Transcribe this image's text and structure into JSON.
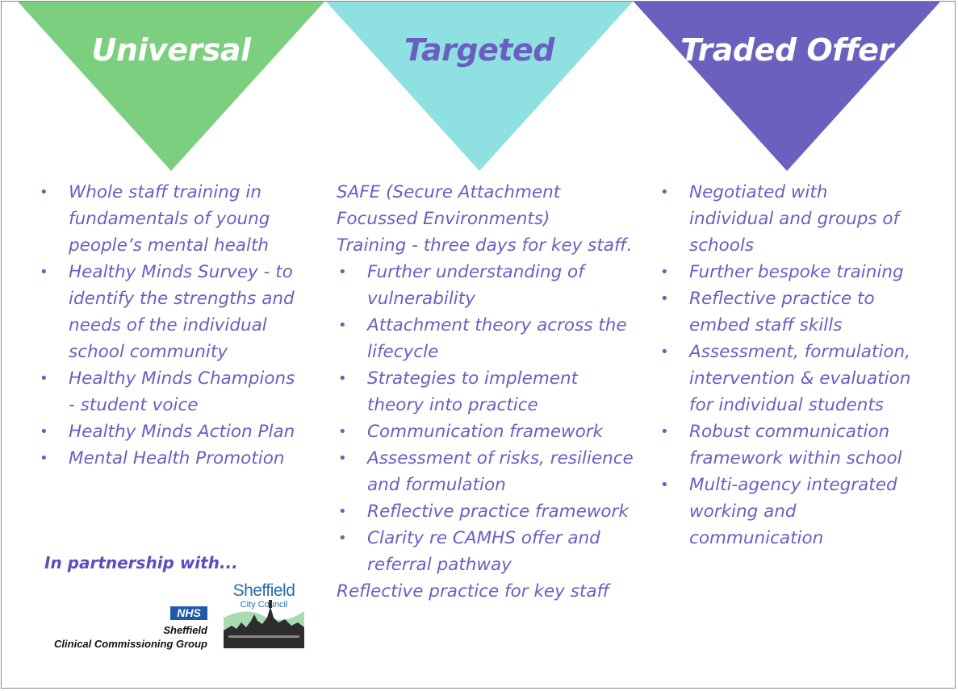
{
  "columns": [
    {
      "title": "Universal",
      "triangle_color": "#7ccf7f",
      "title_color": "#ffffff",
      "items": [
        "Whole staff training in\nfundamentals of young\npeople’s mental health",
        "Healthy Minds Survey - to\nidentify the strengths and\nneeds of the individual\nschool community",
        "Healthy Minds Champions\n- student voice",
        "Healthy Minds Action Plan",
        "Mental Health Promotion"
      ]
    },
    {
      "title": "Targeted",
      "triangle_color": "#8fe0e0",
      "title_color": "#6a5fc1",
      "intro": "SAFE (Secure Attachment\nFocussed Environments)\nTraining - three days for key staff.",
      "items": [
        "Further understanding of\nvulnerability",
        "Attachment theory across the\nlifecycle",
        "Strategies to implement\ntheory into practice",
        "Communication framework",
        "Assessment of risks, resilience\nand formulation",
        "Reflective practice framework",
        "Clarity re CAMHS offer and\nreferral pathway"
      ],
      "outro": "Reflective practice for key staff"
    },
    {
      "title": "Traded Offer",
      "triangle_color": "#6a60bd",
      "title_color": "#ffffff",
      "items": [
        "Negotiated with\nindividual and groups of\nschools",
        "Further bespoke training",
        "Reflective practice to\nembed staff skills",
        "Assessment, formulation,\nintervention & evaluation\nfor individual students",
        "Robust communication\nframework within school",
        "Multi-agency integrated\nworking and\ncommunication"
      ]
    }
  ],
  "bullet_char": "•",
  "partner": {
    "label": "In partnership with...",
    "nhs_badge": "NHS",
    "nhs_line1": "Sheffield",
    "nhs_line2": "Clinical Commissioning Group",
    "council_name": "Sheffield",
    "council_sub": "City Council"
  },
  "text_color": "#6a5fc1"
}
